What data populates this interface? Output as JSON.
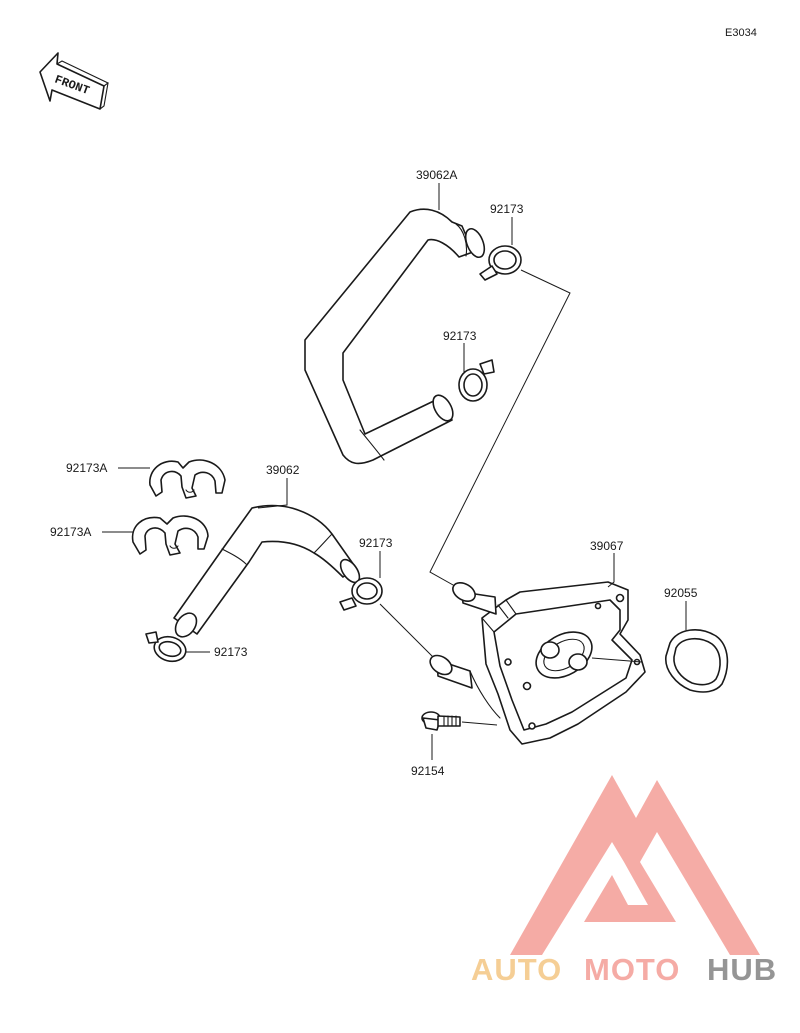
{
  "diagram_code": "E3034",
  "front_marker": "FRONT",
  "labels": {
    "hose_upper": "39062A",
    "clamp_upper_1": "92173",
    "clamp_upper_2": "92173",
    "clip_a_1": "92173A",
    "clip_a_2": "92173A",
    "hose_lower": "39062",
    "clamp_lower_1": "92173",
    "clamp_lower_2": "92173",
    "oil_cooler": "39067",
    "o_ring": "92055",
    "bolt": "92154"
  },
  "watermark": {
    "part1": "AUTO",
    "part2": "MOTO",
    "part3": "HUB",
    "color_light": "#f5c98a",
    "color_mid": "#f4a39c",
    "color_dark": "#8a8a8a"
  }
}
